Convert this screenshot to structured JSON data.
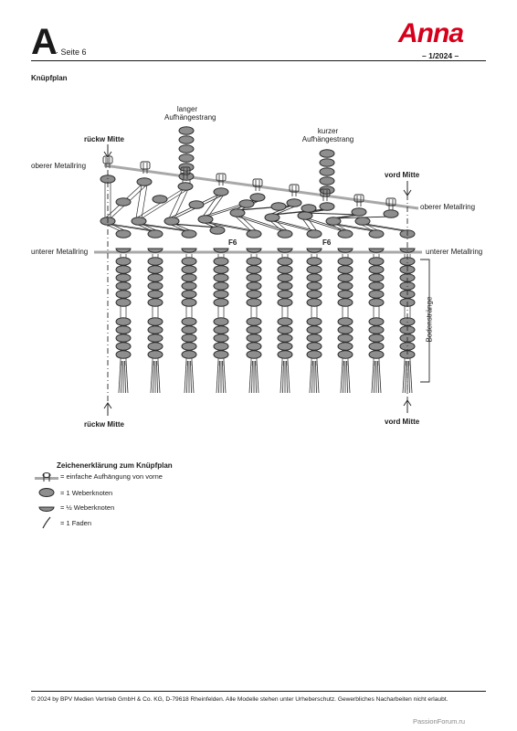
{
  "header": {
    "letter": "A",
    "page_label": "· Seite 6",
    "brand": "Anna",
    "issue": "– 1/2024 –"
  },
  "section_title": "Knüpfplan",
  "diagram": {
    "labels": {
      "langer": "langer",
      "langer2": "Aufhängestrang",
      "kurzer": "kurzer",
      "kurzer2": "Aufhängestrang",
      "rueck_top": "rückw Mitte",
      "rueck_bottom": "rückw Mitte",
      "vord_top": "vord Mitte",
      "vord_bottom": "vord Mitte",
      "oberer_left": "oberer Metallring",
      "oberer_right": "oberer Metallring",
      "unterer_left": "unterer Metallring",
      "unterer_right": "unterer Metallring",
      "f6_a": "F6",
      "f6_b": "F6",
      "bodenstraenge": "Bodenstränge"
    },
    "colors": {
      "knot_fill": "#8e8e8e",
      "ring": "#a8a8a8",
      "stroke": "#2a2a2a"
    }
  },
  "legend": {
    "title": "Zeichenerklärung zum Knüpfplan",
    "items": [
      {
        "text": "= einfache Aufhängung von vorne"
      },
      {
        "text": "= 1 Weberknoten"
      },
      {
        "text": "= ½ Weberknoten"
      },
      {
        "text": "= 1 Faden"
      }
    ]
  },
  "footer": {
    "copyright": "© 2024 by BPV Medien Vertrieb GmbH & Co. KG, D-79618 Rheinfelden. Alle Modelle stehen unter Urheberschutz. Gewerbliches Nacharbeiten nicht erlaubt.",
    "watermark": "PassionForum.ru"
  }
}
